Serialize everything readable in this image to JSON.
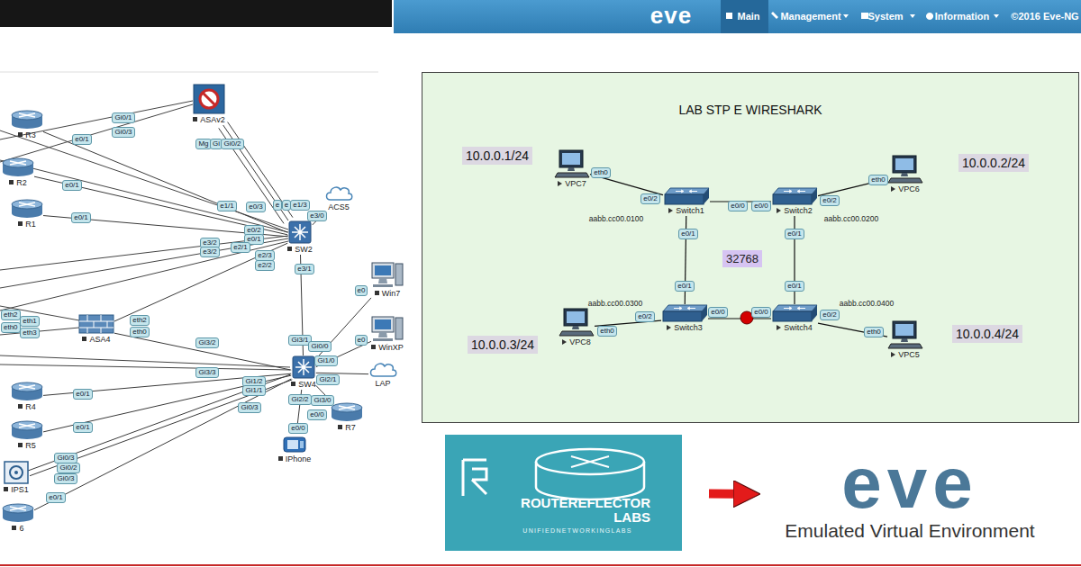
{
  "diagram": {
    "nodes": [
      {
        "text": [
          "ASAv2"
        ]
      },
      {
        "text": [
          "R3"
        ]
      },
      {
        "text": [
          "R2"
        ]
      },
      {
        "text": [
          "R1"
        ]
      },
      {
        "text": [
          "ACS5"
        ]
      },
      {
        "text": [
          "SW2"
        ]
      },
      {
        "text": [
          "ASA4"
        ]
      },
      {
        "text": [
          "Win7"
        ]
      },
      {
        "text": [
          "WinXP"
        ]
      },
      {
        "text": [
          "SW4"
        ]
      },
      {
        "text": [
          "LAP"
        ]
      },
      {
        "text": [
          "R4"
        ]
      },
      {
        "text": [
          "R5"
        ]
      },
      {
        "text": [
          "R7"
        ]
      },
      {
        "text": [
          "IPS1"
        ]
      },
      {
        "text": [
          "IPhone"
        ]
      },
      {
        "text": [
          "6"
        ]
      },
      {
        "text": [
          "LAB STP E WIRESHARK"
        ]
      },
      {
        "text": [
          "VPC7"
        ],
        "in": 17
      },
      {
        "text": [
          "Switch1"
        ],
        "in": 17
      },
      {
        "text": [
          "Switch2"
        ],
        "in": 17
      },
      {
        "text": [
          "VPC6"
        ],
        "in": 17
      },
      {
        "text": [
          "VPC8"
        ],
        "in": 17
      },
      {
        "text": [
          "Switch3"
        ],
        "in": 17
      },
      {
        "text": [
          "Switch4"
        ],
        "in": 17
      },
      {
        "text": [
          "VPC5"
        ],
        "in": 17
      },
      {
        "text": [
          "ROUTEREFLECTOR LABS",
          "UNIFIEDNETWORKINGLABS"
        ]
      },
      {
        "text": [
          "eve",
          "Emulated Virtual Environment"
        ]
      }
    ],
    "edges": [
      {
        "from": 1,
        "to": 5,
        "arrow": "none"
      },
      {
        "from": 2,
        "to": 5,
        "arrow": "none"
      },
      {
        "from": 3,
        "to": 5,
        "arrow": "none"
      },
      {
        "from": 0,
        "to": 5,
        "arrow": "none"
      },
      {
        "from": 0,
        "to": 5,
        "arrow": "none"
      },
      {
        "from": 0,
        "to": 5,
        "arrow": "none"
      },
      {
        "from": 5,
        "to": 4,
        "arrow": "none"
      },
      {
        "from": 5,
        "to": 9,
        "arrow": "none"
      },
      {
        "from": 6,
        "to": 5,
        "arrow": "none"
      },
      {
        "from": 6,
        "to": 9,
        "arrow": "none"
      },
      {
        "from": 9,
        "to": 7,
        "arrow": "none"
      },
      {
        "from": 9,
        "to": 8,
        "arrow": "none"
      },
      {
        "from": 9,
        "to": 10,
        "arrow": "none"
      },
      {
        "from": 11,
        "to": 9,
        "arrow": "none"
      },
      {
        "from": 12,
        "to": 9,
        "arrow": "none"
      },
      {
        "from": 13,
        "to": 9,
        "arrow": "none"
      },
      {
        "from": 15,
        "to": 9,
        "arrow": "none"
      },
      {
        "from": 14,
        "to": 9,
        "arrow": "none"
      },
      {
        "from": 14,
        "to": 9,
        "arrow": "none"
      },
      {
        "from": 16,
        "to": 9,
        "arrow": "none"
      },
      {
        "from": 18,
        "to": 19,
        "arrow": "none"
      },
      {
        "from": 19,
        "to": 20,
        "arrow": "none"
      },
      {
        "from": 20,
        "to": 21,
        "arrow": "none"
      },
      {
        "from": 19,
        "to": 23,
        "arrow": "none"
      },
      {
        "from": 20,
        "to": 24,
        "arrow": "none"
      },
      {
        "from": 22,
        "to": 23,
        "arrow": "none"
      },
      {
        "from": 23,
        "to": 24,
        "arrow": "none"
      },
      {
        "from": 24,
        "to": 25,
        "arrow": "none"
      },
      {
        "from": 26,
        "to": 27,
        "arrow": "to"
      }
    ],
    "labels": [
      "eve",
      "Main",
      "Management",
      "System",
      "Information",
      "©2016 Eve-NG",
      "Gi0/1",
      "Gi0/3",
      "e0/1",
      "Mg",
      "Gi",
      "Gi0/2",
      "e0/1",
      "e1/1",
      "e0/3",
      "e",
      "e",
      "e1/3",
      "e3/0",
      "e0/1",
      "e0/2",
      "e0/1",
      "e3/2",
      "e2/1",
      "e3/2",
      "e2/3",
      "e2/2",
      "e3/1",
      "eth2",
      "eth1",
      "eth0",
      "eth3",
      "eth2",
      "eth0",
      "Gi3/2",
      "Gi3/1",
      "Gi0/0",
      "e0",
      "e0",
      "Gi1/0",
      "Gi3/3",
      "Gi2/1",
      "Gi1/2",
      "Gi1/1",
      "e0/1",
      "Gi2/2",
      "Gi3/0",
      "Gi0/3",
      "e0/0",
      "e0/1",
      "e0/0",
      "Gi0/3",
      "Gi0/2",
      "Gi0/3",
      "e0/1",
      "10.0.0.1/24",
      "10.0.0.2/24",
      "eth0",
      "e0/2",
      "e0/0",
      "e0/0",
      "e0/2",
      "eth0",
      "aabb.cc00.0100",
      "aabb.cc00.0200",
      "e0/1",
      "e0/1",
      "32768",
      "e0/1",
      "e0/1",
      "aabb.cc00.0300",
      "aabb.cc00.0400",
      "e0/2",
      "e0/0",
      "e0/0",
      "e0/2",
      "eth0",
      "eth0",
      "10.0.0.3/24",
      "10.0.0.4/24"
    ]
  }
}
